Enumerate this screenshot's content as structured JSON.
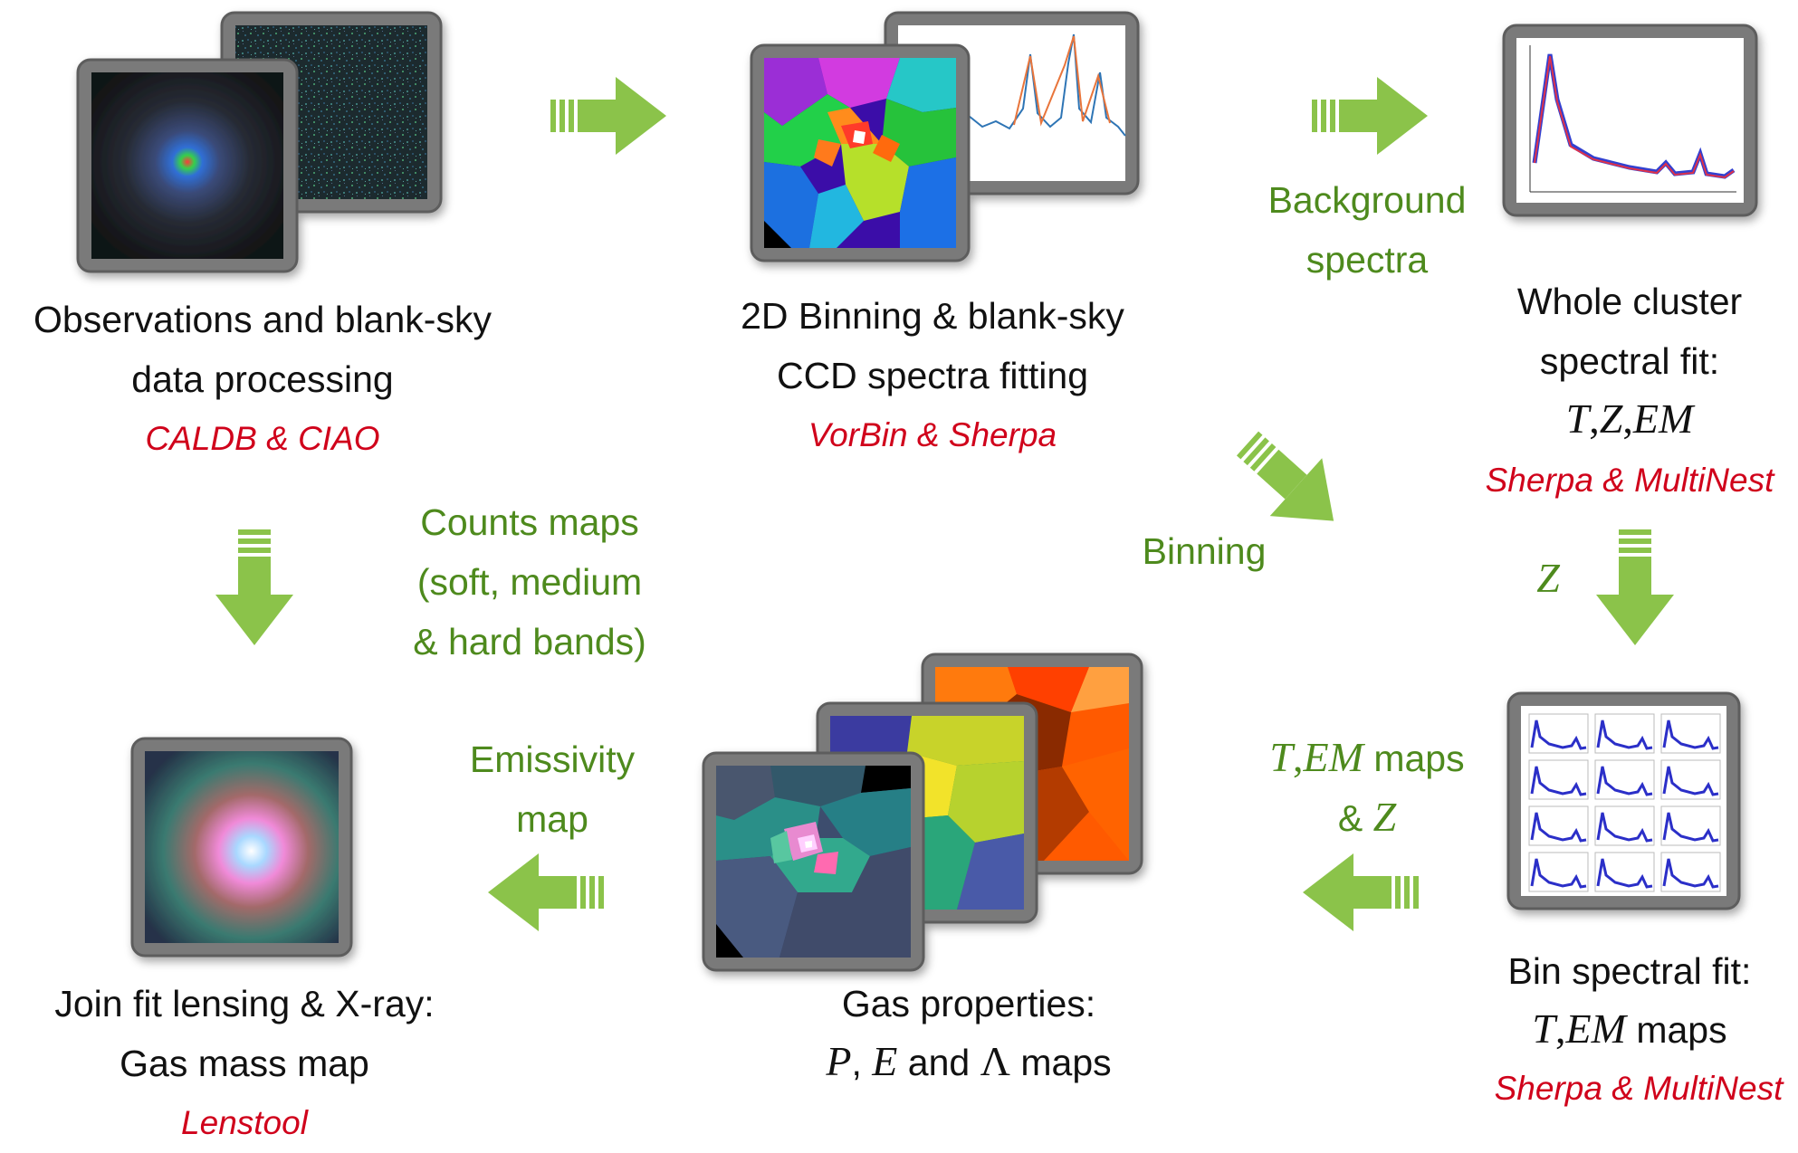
{
  "colors": {
    "arrow": "#8bc34a",
    "green_text": "#4e8a1d",
    "tool_red": "#d0021b",
    "frame": "#6e6e6e"
  },
  "steps": {
    "obs": {
      "line1": "Observations and blank-sky",
      "line2": "data processing",
      "tool": "CALDB & CIAO"
    },
    "binning": {
      "line1": "2D Binning & blank-sky",
      "line2": "CCD spectra fitting",
      "tool": "VorBin & Sherpa"
    },
    "whole": {
      "line1": "Whole cluster",
      "line2": "spectral fit:",
      "T": "T",
      "Z": "Z",
      "EM": "EM",
      "tool": "Sherpa & MultiNest"
    },
    "bin_fit": {
      "line1": "Bin spectral fit:",
      "T": "T",
      "EM": "EM",
      "maps": "maps",
      "tool": "Sherpa & MultiNest"
    },
    "gas": {
      "line1": "Gas properties:",
      "P": "P",
      "E": "E",
      "and": "and",
      "Lambda": "Λ",
      "maps": "maps"
    },
    "join": {
      "line1": "Join fit lensing & X-ray:",
      "line2": "Gas mass map",
      "tool": "Lenstool"
    }
  },
  "arrow_labels": {
    "background": [
      "Background",
      "spectra"
    ],
    "binning": "Binning",
    "z_symbol": "Z",
    "counts": [
      "Counts maps",
      "(soft, medium",
      "& hard bands)"
    ],
    "emissivity": [
      "Emissivity",
      "map"
    ],
    "tem_maps": {
      "T": "T",
      "EM": "EM",
      "maps": "maps",
      "amp": "&",
      "Z": "Z"
    }
  }
}
